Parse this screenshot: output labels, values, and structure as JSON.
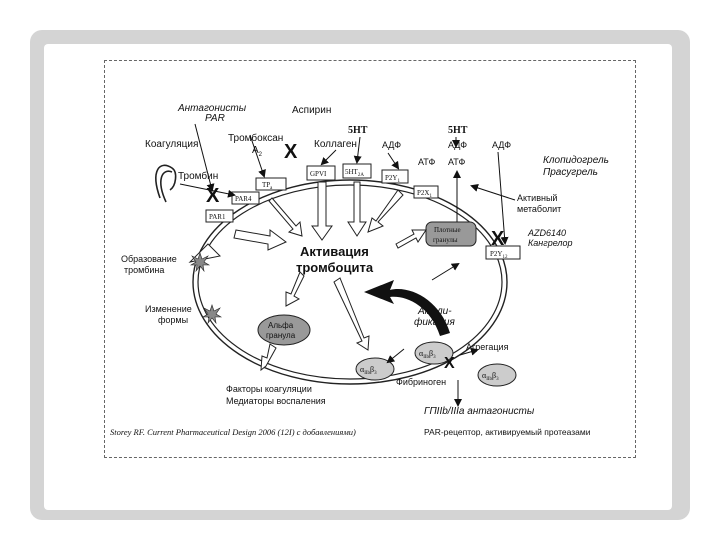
{
  "labels": {
    "par_antagonists_1": "Антагонисты",
    "par_antagonists_2": "PAR",
    "aspirin": "Аспирин",
    "coagulation": "Коагуляция",
    "thromboxane": "Тромбоксан",
    "a2": "A",
    "a2_sub": "2",
    "collagen": "Коллаген",
    "ht5_left": "5НТ",
    "ht5_right": "5НТ",
    "adp_1": "АДФ",
    "adp_2": "АДФ",
    "adp_3": "АДФ",
    "atp_1": "АТФ",
    "atp_2": "АТФ",
    "clopidogrel_1": "Клопидогрель",
    "clopidogrel_2": "Прасугрель",
    "thrombin": "Тромбин",
    "active_metabolite_1": "Активный",
    "active_metabolite_2": "метаболит",
    "azd_1": "AZD6140",
    "azd_2": "Кангрелор",
    "thrombus_1": "Образование",
    "thrombus_2": "тромбина",
    "shape_1": "Изменение",
    "shape_2": "формы",
    "activation_1": "Активация",
    "activation_2": "тромбоцита",
    "dense_1": "Плотные",
    "dense_2": "гранулы",
    "amplification_1": "Ампли-",
    "amplification_2": "фикация",
    "alpha_1": "Альфа",
    "alpha_2": "гранула",
    "aggregation": "Агрегация",
    "fibrinogen": "Фибриноген",
    "factors_1": "Факторы коагуляции",
    "factors_2": "Медиаторы воспаления",
    "gp_antagonists": "ГПIIb/IIIа антагонисты",
    "citation": "Storey RF. Current Pharmaceutical Design 2006 (12I) с добавлениями)",
    "par_note": "PAR-рецептор, активируемый протеазами"
  },
  "receptors": {
    "tp": "TP",
    "tp_sub": "a",
    "gpvi": "GPVI",
    "ht2a": "5HT",
    "ht2a_sub": "2A",
    "p2y1_top": "P2Y",
    "p2y1_top_sub": "1",
    "p2x1": "P2X",
    "p2x1_sub": "1",
    "par4": "PAR4",
    "par1": "PAR1",
    "p2y12": "P2Y",
    "p2y12_sub": "12",
    "integrin_1": "α",
    "integrin_1_sub": "IIb",
    "integrin_1_b": "β",
    "integrin_1_b_sub": "3",
    "integrin_2": "α",
    "integrin_2_sub": "IIb",
    "integrin_2_b": "β",
    "integrin_2_b_sub": "3",
    "integrin_3": "α",
    "integrin_3_sub": "IIb",
    "integrin_3_b": "β",
    "integrin_3_b_sub": "3"
  },
  "symbols": {
    "block": "X"
  }
}
